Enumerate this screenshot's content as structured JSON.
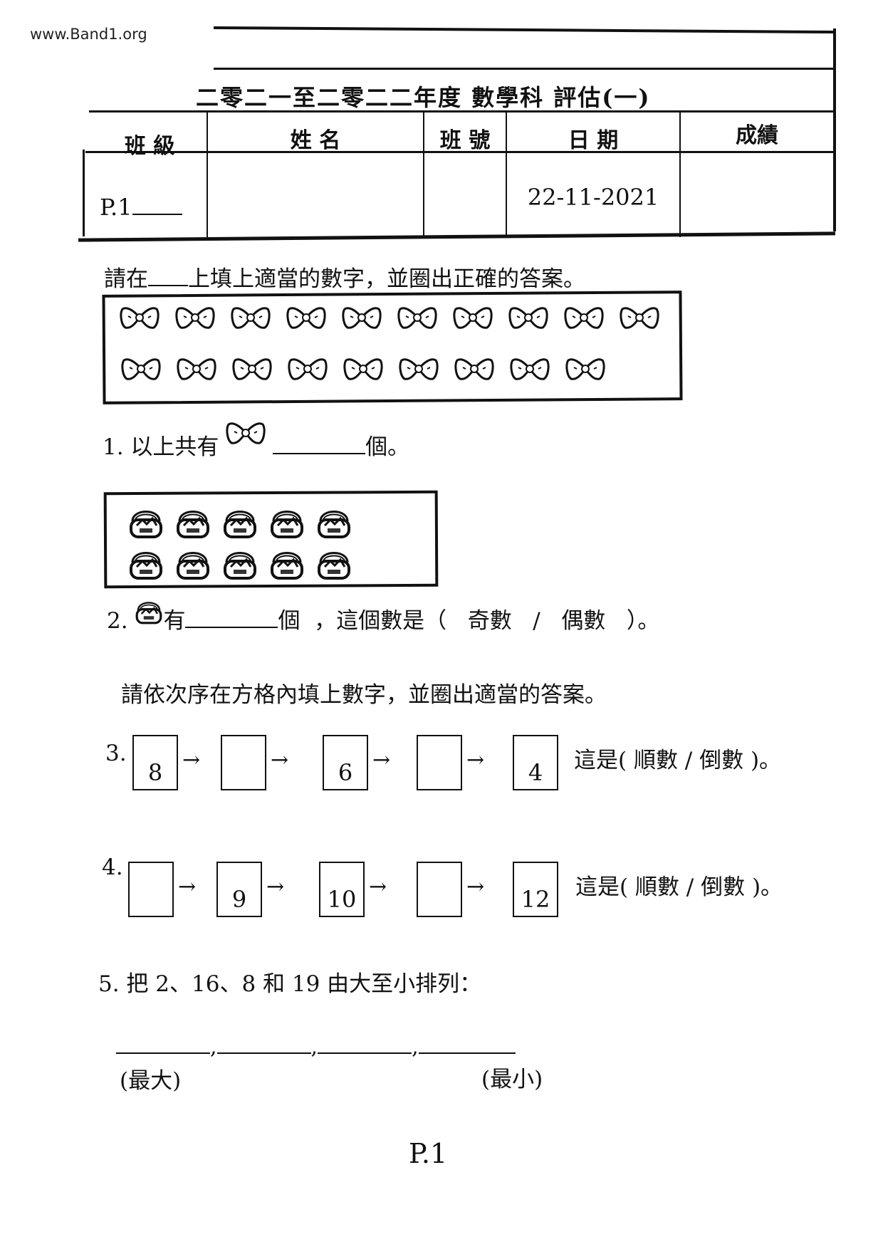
{
  "watermark": "www.Band1.org",
  "title": "二零二一至二零二二年度 數學科 評估(一)",
  "table": {
    "headers": [
      "班 級",
      "姓 名",
      "班 號",
      "日 期",
      "成績"
    ],
    "class_value": "P.1",
    "date_value": "22-11-2021"
  },
  "instruction1": {
    "before": "請在",
    "after": "上填上適當的數字，並圈出正確的答案。"
  },
  "bows": {
    "row1_count": 10,
    "row2_count": 9
  },
  "q1": {
    "prefix": "1. 以上共有",
    "suffix": "個。"
  },
  "baskets": {
    "row1_count": 5,
    "row2_count": 5
  },
  "q2": {
    "num": "2.",
    "mid": "有",
    "suffix": "個",
    "question": "，這個數是（",
    "opt1": "奇數",
    "sep": "/",
    "opt2": "偶數",
    "end": "）。"
  },
  "instruction2": "請依次序在方格內填上數字，並圈出適當的答案。",
  "q3": {
    "num": "3.",
    "boxes": [
      "8",
      "",
      "6",
      "",
      "4"
    ],
    "tail": "這是(  順數 / 倒數 )。"
  },
  "q4": {
    "num": "4.",
    "boxes": [
      "",
      "9",
      "10",
      "",
      "12"
    ],
    "tail": "這是(  順數 / 倒數 )。"
  },
  "q5": {
    "text": "5. 把 2、16、8 和 19 由大至小排列：",
    "largest": "(最大)",
    "smallest": "(最小)"
  },
  "footer": "P.1"
}
